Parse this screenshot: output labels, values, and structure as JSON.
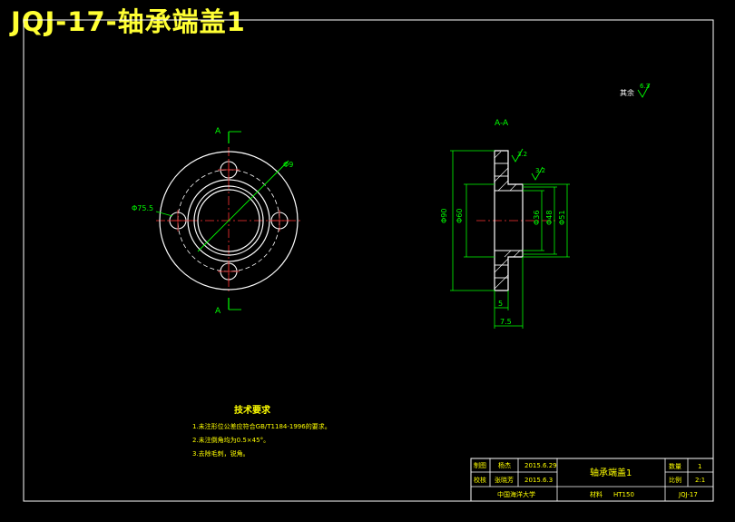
{
  "title": "JQJ-17-轴承端盖1",
  "roughness_note": {
    "label": "其余",
    "value": "6.3"
  },
  "section_label": "A-A",
  "cut_marks": {
    "top": "A",
    "bottom": "A"
  },
  "front_view": {
    "dim_diameter": "Φ9",
    "dim_bolt_circle": "Φ75.5"
  },
  "section_view": {
    "dims_left": [
      "Φ90",
      "Φ60"
    ],
    "dims_right": [
      "Φ36",
      "Φ48",
      "Φ51"
    ],
    "dim_bottom_inner": "5",
    "dim_bottom_total": "7.5",
    "roughness_1": "3.2",
    "roughness_2": "3.2"
  },
  "tech_requirements": {
    "heading": "技术要求",
    "items": [
      "1.未注形位公差应符合GB/T1184-1996的要求。",
      "2.未注倒角均为0.5×45°。",
      "3.去除毛刺，锐角。"
    ]
  },
  "title_block": {
    "drawn_label": "制图",
    "drawn_name": "杨杰",
    "drawn_date": "2015.6.29",
    "check_label": "校核",
    "check_name": "张晓芳",
    "check_date": "2015.6.3",
    "part_name": "轴承端盖1",
    "qty_label": "数量",
    "qty_value": "1",
    "scale_label": "比例",
    "scale_value": "2:1",
    "school": "中国海洋大学",
    "material_label": "材料",
    "material_value": "HT150",
    "drawing_no": "JQJ-17"
  },
  "colors": {
    "background": "#000000",
    "outline": "#ffffff",
    "dimension": "#00ff00",
    "centerline": "#ff3333",
    "title": "#ffff33",
    "note_text": "#ffff00"
  }
}
